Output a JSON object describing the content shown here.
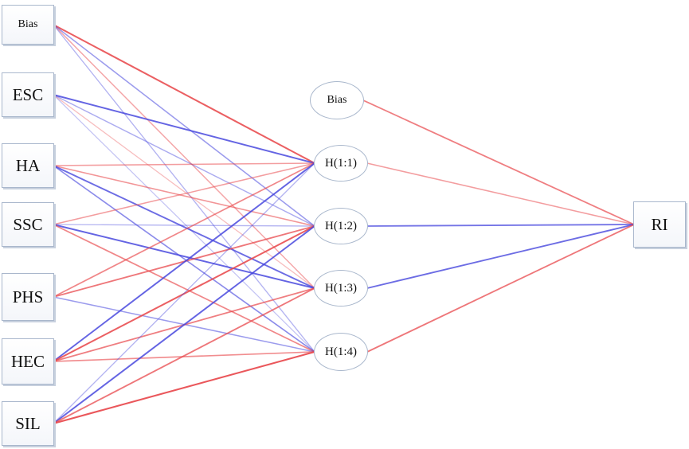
{
  "diagram": {
    "input_layer": [
      {
        "id": "in_bias",
        "label": "Bias"
      },
      {
        "id": "in_esc",
        "label": "ESC"
      },
      {
        "id": "in_ha",
        "label": "HA"
      },
      {
        "id": "in_ssc",
        "label": "SSC"
      },
      {
        "id": "in_phs",
        "label": "PHS"
      },
      {
        "id": "in_hec",
        "label": "HEC"
      },
      {
        "id": "in_sil",
        "label": "SIL"
      }
    ],
    "hidden_layer": [
      {
        "id": "h_bias",
        "label": "Bias"
      },
      {
        "id": "h1",
        "label": "H(1:1)"
      },
      {
        "id": "h2",
        "label": "H(1:2)"
      },
      {
        "id": "h3",
        "label": "H(1:3)"
      },
      {
        "id": "h4",
        "label": "H(1:4)"
      }
    ],
    "output_layer": [
      {
        "id": "out_ri",
        "label": "RI"
      }
    ],
    "colors": {
      "positive": "#e8474b",
      "negative": "#4444dd",
      "node_border": "#a9b7cc"
    },
    "connections": [
      {
        "from": "in_bias",
        "to": "h1",
        "sign": "positive",
        "strength": 0.85
      },
      {
        "from": "in_bias",
        "to": "h2",
        "sign": "negative",
        "strength": 0.45
      },
      {
        "from": "in_bias",
        "to": "h3",
        "sign": "positive",
        "strength": 0.4
      },
      {
        "from": "in_bias",
        "to": "h4",
        "sign": "negative",
        "strength": 0.3
      },
      {
        "from": "in_esc",
        "to": "h1",
        "sign": "negative",
        "strength": 0.8
      },
      {
        "from": "in_esc",
        "to": "h2",
        "sign": "negative",
        "strength": 0.35
      },
      {
        "from": "in_esc",
        "to": "h3",
        "sign": "positive",
        "strength": 0.25
      },
      {
        "from": "in_esc",
        "to": "h4",
        "sign": "negative",
        "strength": 0.2
      },
      {
        "from": "in_ha",
        "to": "h1",
        "sign": "positive",
        "strength": 0.45
      },
      {
        "from": "in_ha",
        "to": "h2",
        "sign": "positive",
        "strength": 0.5
      },
      {
        "from": "in_ha",
        "to": "h3",
        "sign": "negative",
        "strength": 0.75
      },
      {
        "from": "in_ha",
        "to": "h4",
        "sign": "negative",
        "strength": 0.55
      },
      {
        "from": "in_ssc",
        "to": "h1",
        "sign": "positive",
        "strength": 0.45
      },
      {
        "from": "in_ssc",
        "to": "h2",
        "sign": "negative",
        "strength": 0.3
      },
      {
        "from": "in_ssc",
        "to": "h3",
        "sign": "negative",
        "strength": 0.8
      },
      {
        "from": "in_ssc",
        "to": "h4",
        "sign": "positive",
        "strength": 0.6
      },
      {
        "from": "in_phs",
        "to": "h1",
        "sign": "positive",
        "strength": 0.6
      },
      {
        "from": "in_phs",
        "to": "h2",
        "sign": "positive",
        "strength": 0.7
      },
      {
        "from": "in_phs",
        "to": "h4",
        "sign": "negative",
        "strength": 0.45
      },
      {
        "from": "in_hec",
        "to": "h1",
        "sign": "negative",
        "strength": 0.8
      },
      {
        "from": "in_hec",
        "to": "h2",
        "sign": "positive",
        "strength": 0.85
      },
      {
        "from": "in_hec",
        "to": "h3",
        "sign": "positive",
        "strength": 0.65
      },
      {
        "from": "in_hec",
        "to": "h4",
        "sign": "positive",
        "strength": 0.55
      },
      {
        "from": "in_sil",
        "to": "h1",
        "sign": "negative",
        "strength": 0.3
      },
      {
        "from": "in_sil",
        "to": "h2",
        "sign": "negative",
        "strength": 0.8
      },
      {
        "from": "in_sil",
        "to": "h3",
        "sign": "positive",
        "strength": 0.7
      },
      {
        "from": "in_sil",
        "to": "h4",
        "sign": "positive",
        "strength": 0.9
      },
      {
        "from": "h_bias",
        "to": "out_ri",
        "sign": "positive",
        "strength": 0.65
      },
      {
        "from": "h1",
        "to": "out_ri",
        "sign": "positive",
        "strength": 0.45
      },
      {
        "from": "h2",
        "to": "out_ri",
        "sign": "negative",
        "strength": 0.7
      },
      {
        "from": "h3",
        "to": "out_ri",
        "sign": "negative",
        "strength": 0.75
      },
      {
        "from": "h4",
        "to": "out_ri",
        "sign": "positive",
        "strength": 0.7
      }
    ]
  }
}
